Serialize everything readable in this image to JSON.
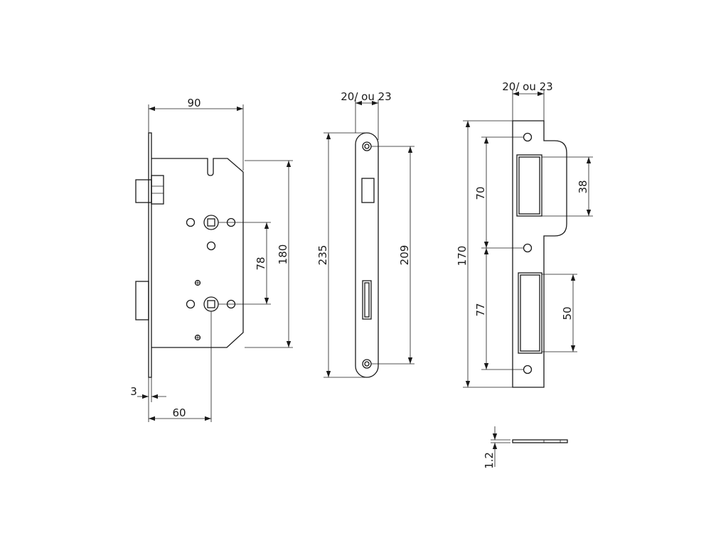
{
  "dimensions": {
    "lock_width": "90",
    "lock_height": "180",
    "handle_spacing": "78",
    "backset": "60",
    "faceplate_thickness": "3",
    "faceplate_width": "20/ ou 23",
    "faceplate_length": "235",
    "faceplate_screw_spacing": "209",
    "strike_width": "20/ ou 23",
    "strike_length": "170",
    "strike_upper_spacing": "70",
    "strike_lower_spacing": "77",
    "strike_upper_opening": "38",
    "strike_lower_opening": "50",
    "strike_thickness": "1.2"
  }
}
